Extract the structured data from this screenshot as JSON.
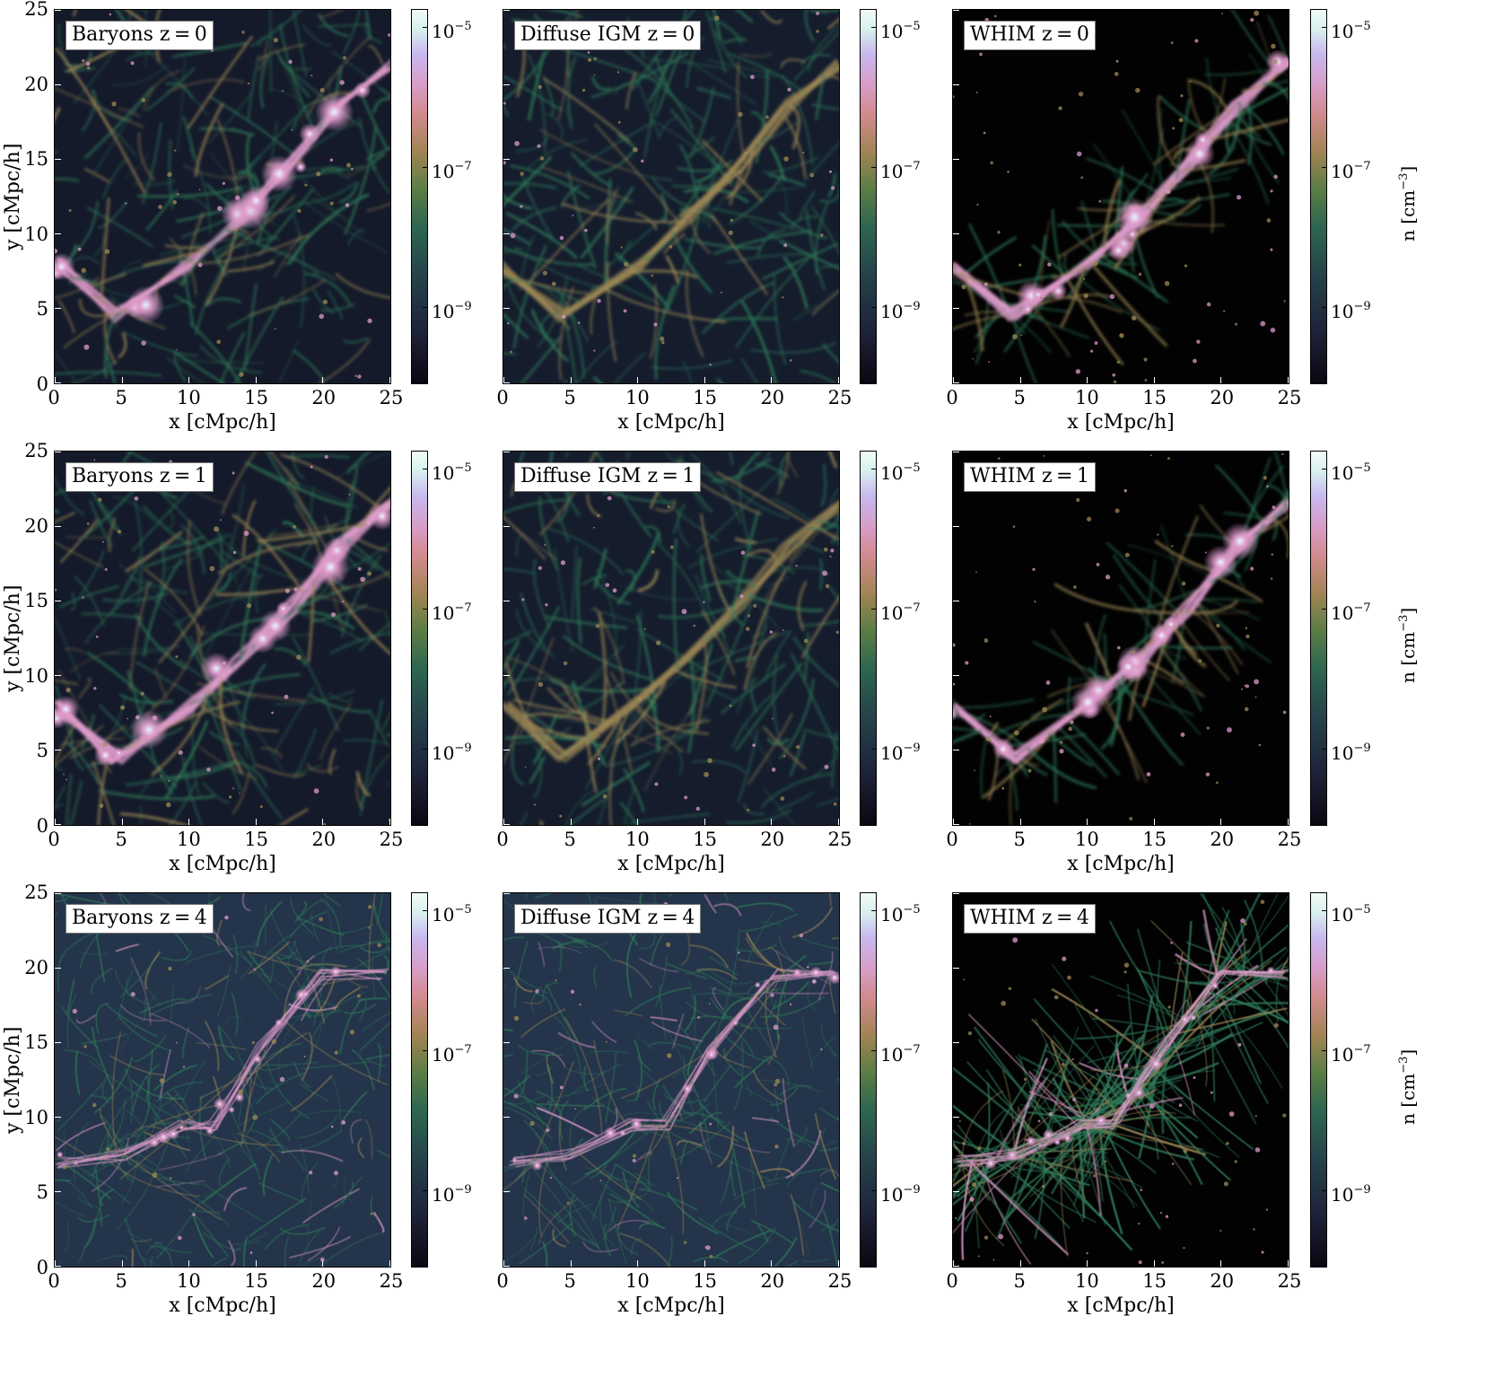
{
  "rows": [
    {
      "panels": [
        {
          "label": "Baryons z = 0",
          "style": "baryon",
          "seed": 11
        },
        {
          "label": "Diffuse IGM z = 0",
          "style": "igm",
          "seed": 12
        },
        {
          "label": "WHIM z = 0",
          "style": "whim",
          "seed": 13
        }
      ]
    },
    {
      "panels": [
        {
          "label": "Baryons z = 1",
          "style": "baryon",
          "seed": 21
        },
        {
          "label": "Diffuse IGM z = 1",
          "style": "igm",
          "seed": 22
        },
        {
          "label": "WHIM z = 1",
          "style": "whim",
          "seed": 23
        }
      ]
    },
    {
      "panels": [
        {
          "label": "Baryons z = 4",
          "style": "baryon-early",
          "seed": 31
        },
        {
          "label": "Diffuse IGM z = 4",
          "style": "baryon-early",
          "seed": 32
        },
        {
          "label": "WHIM z = 4",
          "style": "whim-early",
          "seed": 33
        }
      ]
    }
  ],
  "axes": {
    "xlabel": "x [cMpc/h]",
    "ylabel": "y [cMpc/h]",
    "ticks": [
      "0",
      "5",
      "10",
      "15",
      "20",
      "25"
    ],
    "range": [
      0,
      25
    ]
  },
  "colorbar": {
    "label_main": "n [cm",
    "label_exp": "−3",
    "label_close": "]",
    "ticks": [
      {
        "base": "10",
        "exp": "−5",
        "log": -5
      },
      {
        "base": "10",
        "exp": "−7",
        "log": -7
      },
      {
        "base": "10",
        "exp": "−9",
        "log": -9
      }
    ],
    "log_range": [
      -10.1,
      -4.75
    ]
  },
  "colors": {
    "background": "#000000",
    "filament": "#2f7a57",
    "filament_warm": "#a08a56",
    "knot": "#e09ccc",
    "core": "#e7f4ff"
  }
}
